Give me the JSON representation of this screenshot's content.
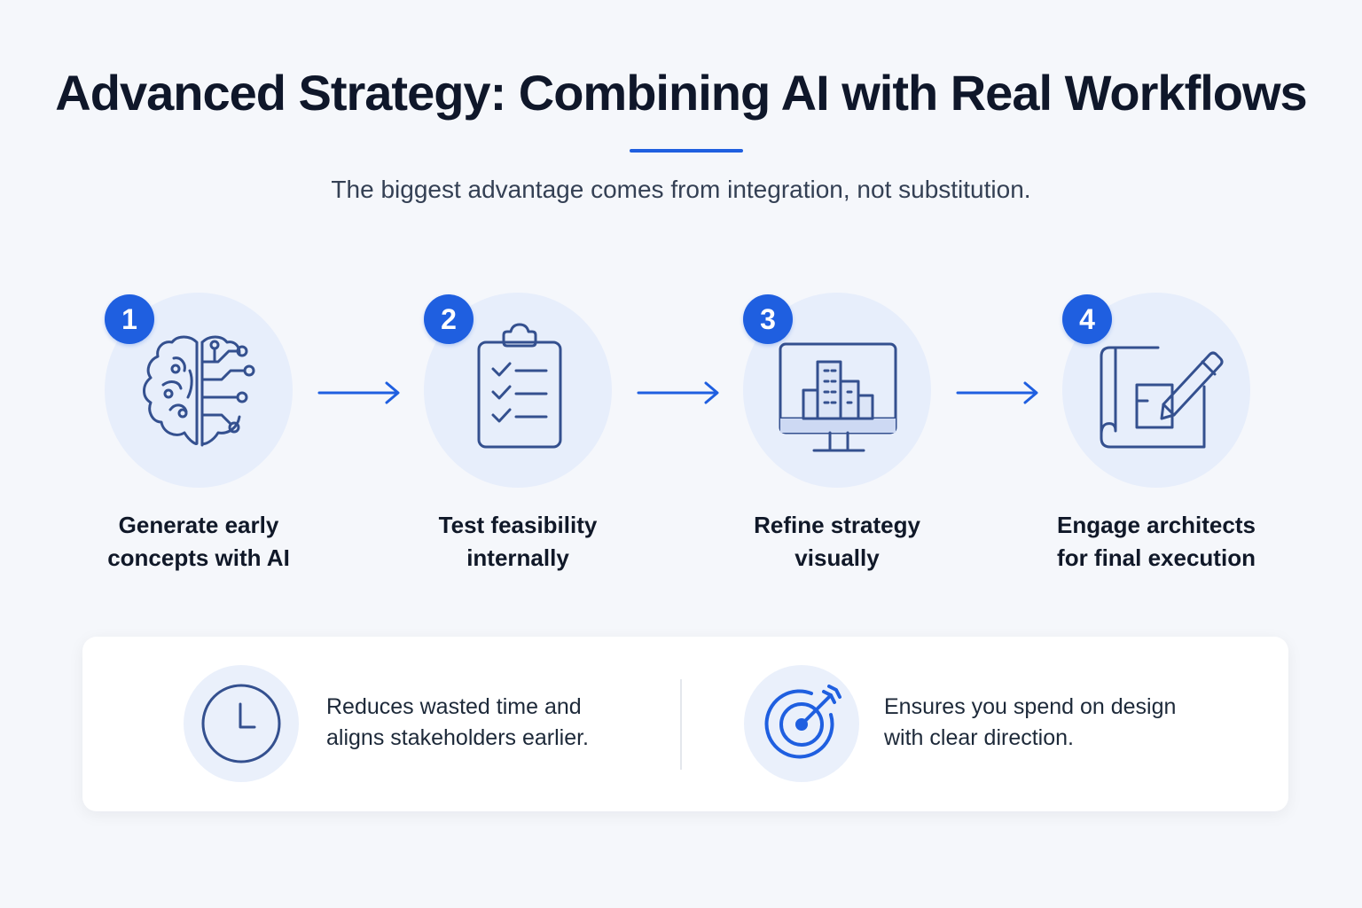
{
  "title": "Advanced Strategy: Combining AI with Real Workflows",
  "subtitle": "The biggest advantage comes from integration, not substitution.",
  "accent_color": "#1f5fe0",
  "icon_color": "#34508f",
  "steps": [
    {
      "number": "1",
      "icon": "brain-circuit-icon",
      "label": "Generate early\nconcepts with AI"
    },
    {
      "number": "2",
      "icon": "clipboard-checklist-icon",
      "label": "Test feasibility\ninternally"
    },
    {
      "number": "3",
      "icon": "monitor-buildings-icon",
      "label": "Refine strategy\nvisually"
    },
    {
      "number": "4",
      "icon": "blueprint-pencil-icon",
      "label": "Engage architects\nfor final execution"
    }
  ],
  "benefits": [
    {
      "icon": "clock-icon",
      "text": "Reduces wasted time and\naligns stakeholders earlier."
    },
    {
      "icon": "target-arrow-icon",
      "text": "Ensures you spend on design\nwith clear direction."
    }
  ]
}
